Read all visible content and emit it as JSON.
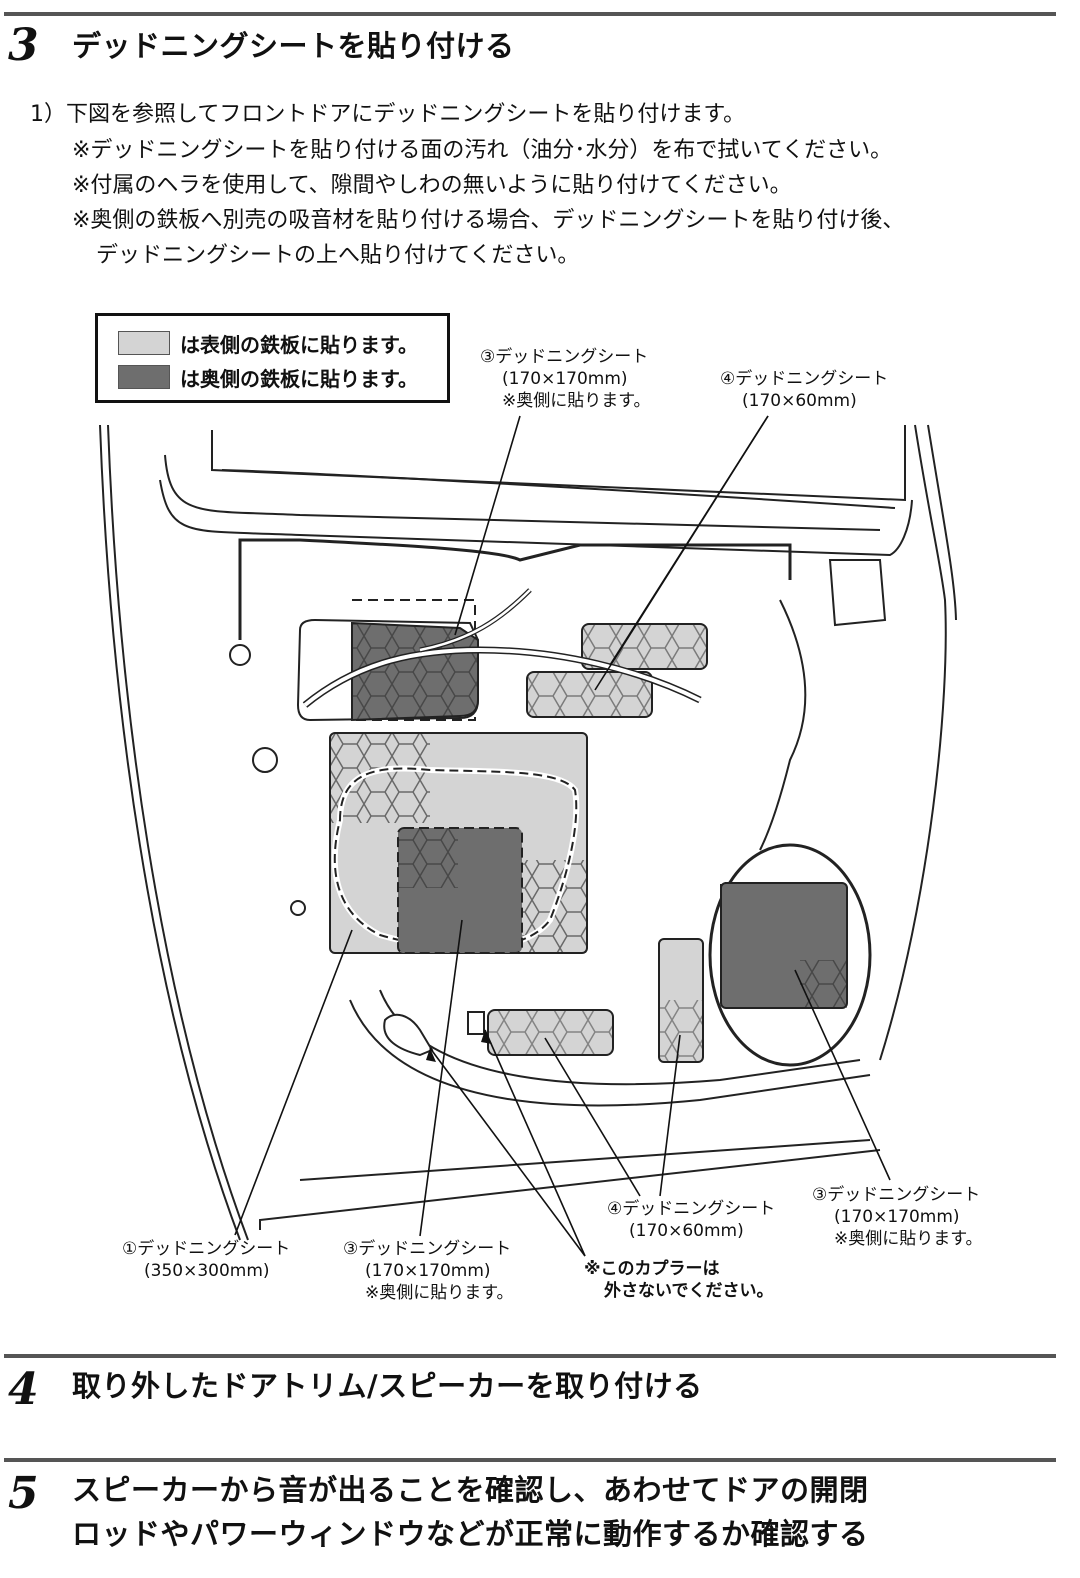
{
  "colors": {
    "front_sheet": "#d4d4d4",
    "back_sheet": "#6e6e6e",
    "rule": "#555555"
  },
  "steps": [
    {
      "number": "3",
      "title": "デッドニングシートを貼り付ける"
    },
    {
      "number": "4",
      "title": "取り外したドアトリム/スピーカーを取り付ける"
    },
    {
      "number": "5",
      "title_lines": [
        "スピーカーから音が出ることを確認し、あわせてドアの開閉",
        "ロッドやパワーウィンドウなどが正常に動作するか確認する"
      ]
    }
  ],
  "instructions": {
    "main": "1）下図を参照してフロントドアにデッドニングシートを貼り付けます。",
    "notes": [
      "※デッドニングシートを貼り付ける面の汚れ（油分･水分）を布で拭いてください。",
      "※付属のヘラを使用して、隙間やしわの無いように貼り付けてください。",
      "※奥側の鉄板へ別売の吸音材を貼り付ける場合、デッドニングシートを貼り付け後、",
      "デッドニングシートの上へ貼り付けてください。"
    ]
  },
  "legend": {
    "front": "は表側の鉄板に貼ります。",
    "back": "は奥側の鉄板に貼ります。"
  },
  "callouts": {
    "top_3": {
      "name": "③デッドニングシート",
      "size": "(170×170mm)",
      "note": "※奥側に貼ります。"
    },
    "top_4": {
      "name": "④デッドニングシート",
      "size": "(170×60mm)"
    },
    "bottom_1": {
      "name": "①デッドニングシート",
      "size": "(350×300mm)"
    },
    "bottom_3a": {
      "name": "③デッドニングシート",
      "size": "(170×170mm)",
      "note": "※奥側に貼ります。"
    },
    "bottom_4": {
      "name": "④デッドニングシート",
      "size": "(170×60mm)"
    },
    "bottom_3b": {
      "name": "③デッドニングシート",
      "size": "(170×170mm)",
      "note": "※奥側に貼ります。"
    },
    "coupler_warning": {
      "line1": "※このカプラーは",
      "line2": "外さないでください。"
    }
  }
}
